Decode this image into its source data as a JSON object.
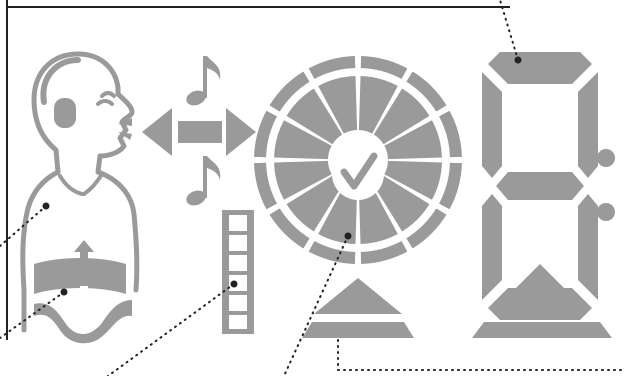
{
  "colors": {
    "segment": "#9a9a9a",
    "background": "#ffffff",
    "frame": "#222222",
    "leader": "#222222"
  },
  "icons": [
    "head-profile-icon",
    "headphone-icon",
    "music-note-icon",
    "double-arrow-icon",
    "abdomen-icon",
    "arrow-up-icon",
    "arrow-down-icon",
    "checkmark-icon",
    "level-bar-icon",
    "seven-segment-digit-icon"
  ],
  "level_bar": {
    "cells": 5,
    "lit_fraction": 1.0
  },
  "wheel": {
    "segments": 12,
    "rings": 2
  }
}
